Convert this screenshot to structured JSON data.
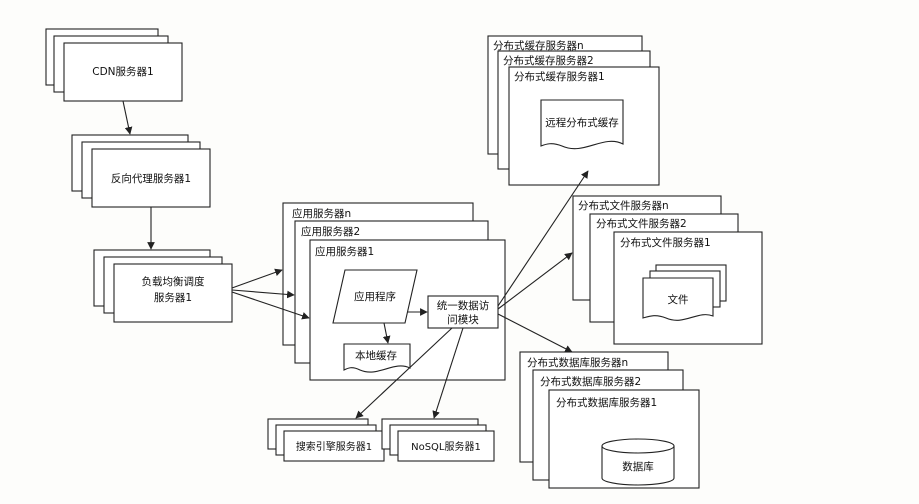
{
  "diagram": {
    "cdn": "CDN服务器1",
    "reverse_proxy": "反向代理服务器1",
    "load_balancer_line1": "负载均衡调度",
    "load_balancer_line2": "服务器1",
    "app_server_n": "应用服务器n",
    "app_server_2": "应用服务器2",
    "app_server_1": "应用服务器1",
    "app_program": "应用程序",
    "local_cache": "本地缓存",
    "data_access_line1": "统一数据访",
    "data_access_line2": "问模块",
    "search_engine": "搜索引擎服务器1",
    "nosql": "NoSQL服务器1",
    "cache_server_n": "分布式缓存服务器n",
    "cache_server_2": "分布式缓存服务器2",
    "cache_server_1": "分布式缓存服务器1",
    "remote_cache": "远程分布式缓存",
    "file_server_n": "分布式文件服务器n",
    "file_server_2": "分布式文件服务器2",
    "file_server_1": "分布式文件服务器1",
    "file": "文件",
    "db_server_n": "分布式数据库服务器n",
    "db_server_2": "分布式数据库服务器2",
    "db_server_1": "分布式数据库服务器1",
    "database": "数据库"
  }
}
